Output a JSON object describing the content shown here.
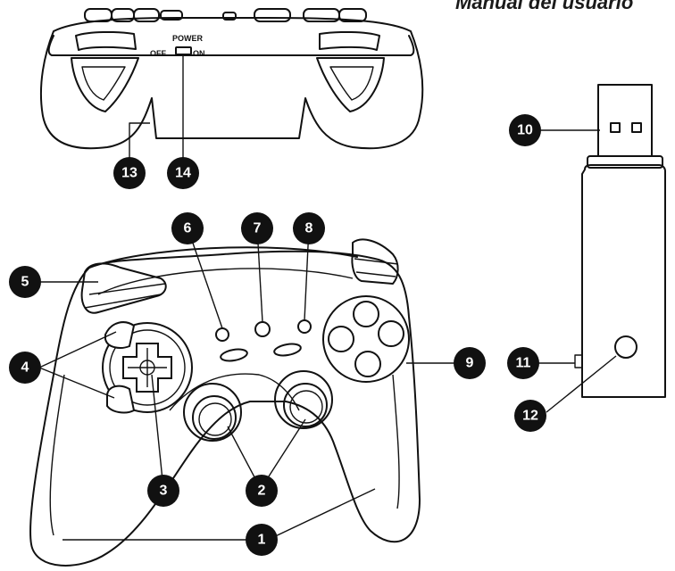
{
  "header": {
    "title": "Manual del usuario"
  },
  "switch": {
    "title": "POWER",
    "off": "OFF",
    "on": "ON"
  },
  "callouts": [
    {
      "id": "1",
      "label": "1"
    },
    {
      "id": "2",
      "label": "2"
    },
    {
      "id": "3",
      "label": "3"
    },
    {
      "id": "4",
      "label": "4"
    },
    {
      "id": "5",
      "label": "5"
    },
    {
      "id": "6",
      "label": "6"
    },
    {
      "id": "7",
      "label": "7"
    },
    {
      "id": "8",
      "label": "8"
    },
    {
      "id": "9",
      "label": "9"
    },
    {
      "id": "10",
      "label": "10"
    },
    {
      "id": "11",
      "label": "11"
    },
    {
      "id": "12",
      "label": "12"
    },
    {
      "id": "13",
      "label": "13"
    },
    {
      "id": "14",
      "label": "14"
    }
  ]
}
